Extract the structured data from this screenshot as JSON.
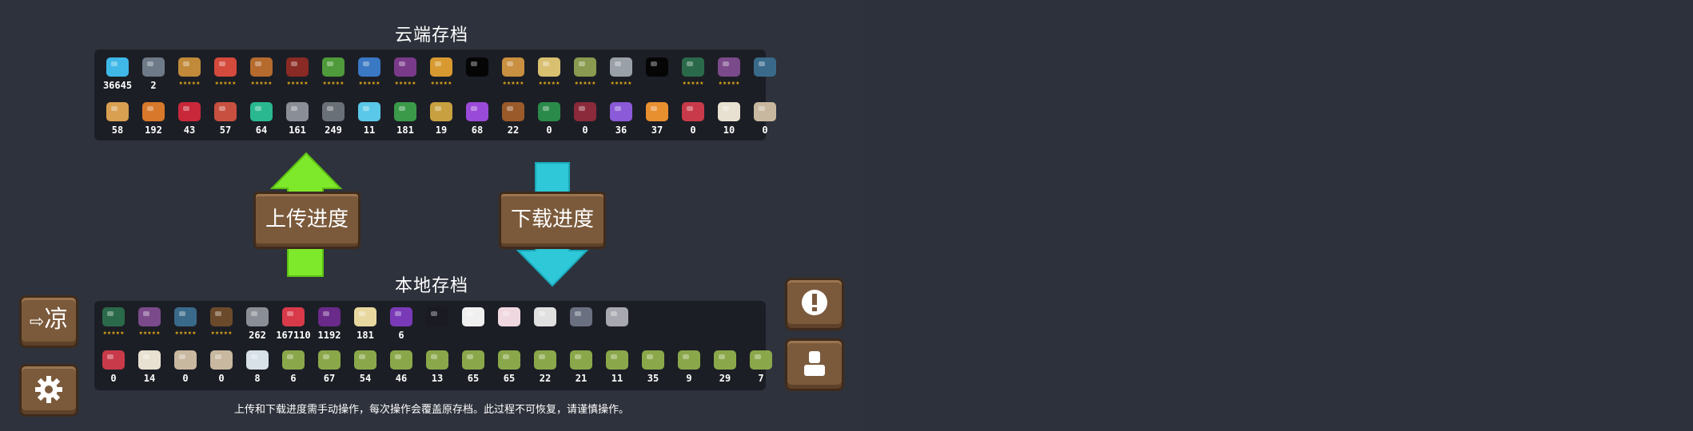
{
  "cloud": {
    "title": "云端存档",
    "row1": [
      {
        "icon": "gem-icon",
        "color": "#3fb8e8",
        "count": "36645"
      },
      {
        "icon": "coin-icon",
        "color": "#6e7a88",
        "count": "2"
      },
      {
        "icon": "knight-icon",
        "color": "#c08a3a",
        "stars": "★★★★★"
      },
      {
        "icon": "rogue-icon",
        "color": "#d44a3c",
        "stars": "★★★★★"
      },
      {
        "icon": "wizard-icon",
        "color": "#b56a2e",
        "stars": "★★★★★"
      },
      {
        "icon": "assassin-icon",
        "color": "#8a2a24",
        "stars": "★★★★★"
      },
      {
        "icon": "engineer-icon",
        "color": "#4f9a3a",
        "stars": "★★★★★"
      },
      {
        "icon": "robot-icon",
        "color": "#3a78c4",
        "stars": "★★★★★"
      },
      {
        "icon": "vampire-icon",
        "color": "#7a3a8a",
        "stars": "★★★★★"
      },
      {
        "icon": "paladin-icon",
        "color": "#d89a30",
        "stars": "★★★★★"
      },
      {
        "icon": "locked-silhouette-icon",
        "color": "#050505",
        "stars": ""
      },
      {
        "icon": "druid-icon",
        "color": "#c89040",
        "stars": "★★★★★"
      },
      {
        "icon": "priest-icon",
        "color": "#d8c070",
        "stars": "★★★★★"
      },
      {
        "icon": "berserker-icon",
        "color": "#8a9a50",
        "stars": "★★★★★"
      },
      {
        "icon": "necromancer-icon",
        "color": "#9aa0a8",
        "stars": "★★★★★"
      },
      {
        "icon": "locked-silhouette-icon",
        "color": "#050505",
        "stars": ""
      },
      {
        "icon": "green-box-icon",
        "color": "#2a6a4a",
        "stars": "★★★★★"
      },
      {
        "icon": "purple-book-icon",
        "color": "#7a4a8a",
        "stars": "★★★★★"
      },
      {
        "icon": "pot-icon",
        "color": "#3a6a8a",
        "stars": ""
      }
    ],
    "row2": [
      {
        "icon": "timber-icon",
        "color": "#d8a050",
        "count": "58"
      },
      {
        "icon": "ore-icon",
        "color": "#d8782a",
        "count": "192"
      },
      {
        "icon": "red-crystal-icon",
        "color": "#c8283a",
        "count": "43"
      },
      {
        "icon": "circuit-board-icon",
        "color": "#c85040",
        "count": "57"
      },
      {
        "icon": "green-crystal-icon",
        "color": "#2ab890",
        "count": "64"
      },
      {
        "icon": "gear-part-icon",
        "color": "#8a8e96",
        "count": "161"
      },
      {
        "icon": "iron-ore-icon",
        "color": "#6a7078",
        "count": "249"
      },
      {
        "icon": "ice-crystal-icon",
        "color": "#5ac8e8",
        "count": "11"
      },
      {
        "icon": "green-battery-icon",
        "color": "#3a9a4a",
        "count": "181"
      },
      {
        "icon": "horn-icon",
        "color": "#c8a040",
        "count": "19"
      },
      {
        "icon": "purple-crystal-icon",
        "color": "#9a4ad8",
        "count": "68"
      },
      {
        "icon": "hammer-icon",
        "color": "#9a5a2a",
        "count": "22"
      },
      {
        "icon": "green-chip-icon",
        "color": "#2a8a4a",
        "count": "0"
      },
      {
        "icon": "red-device-icon",
        "color": "#8a2a3a",
        "count": "0"
      },
      {
        "icon": "violet-crystal-icon",
        "color": "#8a5ad8",
        "count": "36"
      },
      {
        "icon": "fire-crystal-icon",
        "color": "#e89030",
        "count": "37"
      },
      {
        "icon": "red-card-icon",
        "color": "#c83a4a",
        "count": "0"
      },
      {
        "icon": "sack-icon",
        "color": "#e8e0d0",
        "count": "10"
      },
      {
        "icon": "scroll-icon",
        "color": "#c8b8a0",
        "count": "0"
      }
    ]
  },
  "upload_label": "上传进度",
  "download_label": "下载进度",
  "local": {
    "title": "本地存档",
    "row1": [
      {
        "icon": "green-box-icon",
        "color": "#2a6a4a",
        "stars": "★★★★★"
      },
      {
        "icon": "purple-book-icon",
        "color": "#7a4a8a",
        "stars": "★★★★★"
      },
      {
        "icon": "pot-icon",
        "color": "#3a6a8a",
        "stars": "★★★★★"
      },
      {
        "icon": "plant-pot-icon",
        "color": "#6a4a2a",
        "stars": "★★★★★"
      },
      {
        "icon": "gun-icon",
        "color": "#8a8e96",
        "count": "262"
      },
      {
        "icon": "red-slime-icon",
        "color": "#d83a4a",
        "count": "167110"
      },
      {
        "icon": "demon-icon",
        "color": "#6a2a8a",
        "count": "1192"
      },
      {
        "icon": "card-icon",
        "color": "#e8d8a0",
        "count": "181"
      },
      {
        "icon": "purple-helmet-icon",
        "color": "#7a3ab8",
        "count": "6"
      },
      {
        "icon": "black-cat-icon",
        "color": "#1a1a22",
        "count": ""
      },
      {
        "icon": "panda-icon",
        "color": "#f0f0f0",
        "count": ""
      },
      {
        "icon": "bunny-icon",
        "color": "#f0d8e0",
        "count": ""
      },
      {
        "icon": "tag-box-icon",
        "color": "#e0e0e0",
        "count": ""
      },
      {
        "icon": "pigeon-icon",
        "color": "#6a7080",
        "count": ""
      },
      {
        "icon": "seal-icon",
        "color": "#a8a8b0",
        "count": ""
      }
    ],
    "row2": [
      {
        "icon": "red-card-icon",
        "color": "#c83a4a",
        "count": "0"
      },
      {
        "icon": "sack-icon",
        "color": "#e8e0d0",
        "count": "14"
      },
      {
        "icon": "scroll-icon",
        "color": "#c8b8a0",
        "count": "0"
      },
      {
        "icon": "scroll-icon",
        "color": "#c8b8a0",
        "count": "0"
      },
      {
        "icon": "feather-icon",
        "color": "#d8e0e8",
        "count": "8"
      },
      {
        "icon": "seed-icon",
        "color": "#8aa84a",
        "count": "6"
      },
      {
        "icon": "seed-icon",
        "color": "#8aa84a",
        "count": "67"
      },
      {
        "icon": "seed-icon",
        "color": "#8aa84a",
        "count": "54"
      },
      {
        "icon": "seed-icon",
        "color": "#8aa84a",
        "count": "46"
      },
      {
        "icon": "seed-icon",
        "color": "#8aa84a",
        "count": "13"
      },
      {
        "icon": "seed-icon",
        "color": "#8aa84a",
        "count": "65"
      },
      {
        "icon": "seed-icon",
        "color": "#8aa84a",
        "count": "65"
      },
      {
        "icon": "seed-icon",
        "color": "#8aa84a",
        "count": "22"
      },
      {
        "icon": "seed-icon",
        "color": "#8aa84a",
        "count": "21"
      },
      {
        "icon": "seed-icon",
        "color": "#8aa84a",
        "count": "11"
      },
      {
        "icon": "seed-icon",
        "color": "#8aa84a",
        "count": "35"
      },
      {
        "icon": "seed-icon",
        "color": "#8aa84a",
        "count": "9"
      },
      {
        "icon": "seed-icon",
        "color": "#8aa84a",
        "count": "29"
      },
      {
        "icon": "seed-icon",
        "color": "#8aa84a",
        "count": "7"
      }
    ]
  },
  "sidebar": {
    "cool_label": "凉"
  },
  "colors": {
    "upload_arrow": "#7ee82a",
    "download_arrow": "#2ec8d8",
    "wood": "#7b5a3b",
    "panel": "#1c1e25"
  },
  "footer_text": "上传和下载进度需手动操作，每次操作会覆盖原存档。此过程不可恢复，请谨慎操作。"
}
